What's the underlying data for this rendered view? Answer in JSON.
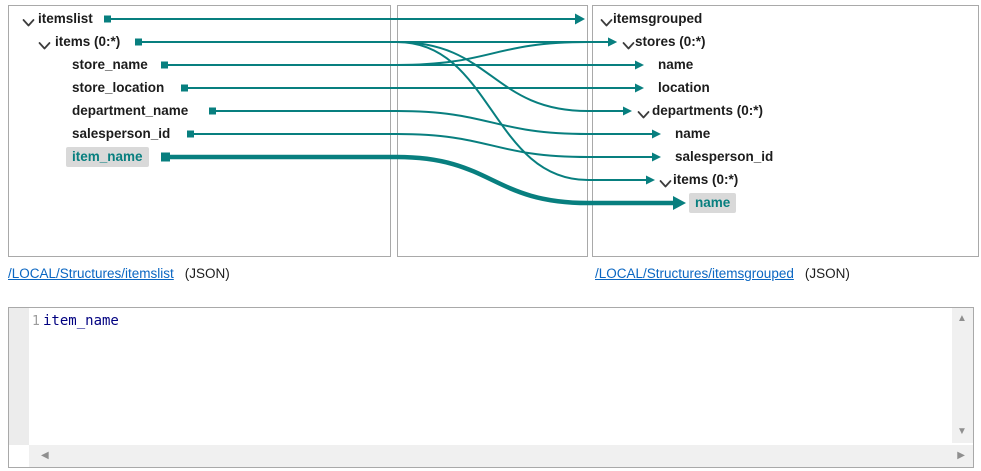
{
  "colors": {
    "teal": "#087f7f",
    "link": "#0a66c2",
    "highlight_bg": "#d9d9d9",
    "code_text": "#000080"
  },
  "source_tree": {
    "rows": [
      {
        "label": "itemslist",
        "expandable": true,
        "level": 0
      },
      {
        "label": "items (0:*)",
        "expandable": true,
        "level": 1
      },
      {
        "label": "store_name",
        "expandable": false,
        "level": 2
      },
      {
        "label": "store_location",
        "expandable": false,
        "level": 2
      },
      {
        "label": "department_name",
        "expandable": false,
        "level": 2
      },
      {
        "label": "salesperson_id",
        "expandable": false,
        "level": 2
      },
      {
        "label": "item_name",
        "expandable": false,
        "level": 2,
        "selected": true
      }
    ]
  },
  "target_tree": {
    "rows": [
      {
        "label": "itemsgrouped",
        "expandable": true
      },
      {
        "label": "stores (0:*)",
        "expandable": true
      },
      {
        "label": "name",
        "expandable": false
      },
      {
        "label": "location",
        "expandable": false
      },
      {
        "label": "departments (0:*)",
        "expandable": true
      },
      {
        "label": "name",
        "expandable": false
      },
      {
        "label": "salesperson_id",
        "expandable": false
      },
      {
        "label": "items (0:*)",
        "expandable": true
      },
      {
        "label": "name",
        "expandable": false,
        "selected": true
      }
    ]
  },
  "mappings": [
    {
      "from": "itemslist",
      "to": "itemsgrouped",
      "from_idx": 0,
      "to_idx": 0
    },
    {
      "from": "items",
      "to": "stores",
      "from_idx": 1,
      "to_idx": 1
    },
    {
      "from": "store_name",
      "to": "stores",
      "from_idx": 2,
      "to_idx": 1
    },
    {
      "from": "store_name",
      "to": "name",
      "from_idx": 2,
      "to_idx": 2
    },
    {
      "from": "store_location",
      "to": "location",
      "from_idx": 3,
      "to_idx": 3
    },
    {
      "from": "items",
      "to": "departments",
      "from_idx": 1,
      "to_idx": 4
    },
    {
      "from": "department_name",
      "to": "name",
      "from_idx": 4,
      "to_idx": 5
    },
    {
      "from": "salesperson_id",
      "to": "salesperson_id",
      "from_idx": 5,
      "to_idx": 6
    },
    {
      "from": "items",
      "to": "items",
      "from_idx": 1,
      "to_idx": 7
    },
    {
      "from": "item_name",
      "to": "name",
      "from_idx": 6,
      "to_idx": 8,
      "selected": true
    }
  ],
  "source_link": {
    "path": "/LOCAL/Structures/itemslist",
    "format": "(JSON)"
  },
  "target_link": {
    "path": "/LOCAL/Structures/itemsgrouped",
    "format": "(JSON)"
  },
  "expression_editor": {
    "line_number": "1",
    "code": "item_name"
  }
}
